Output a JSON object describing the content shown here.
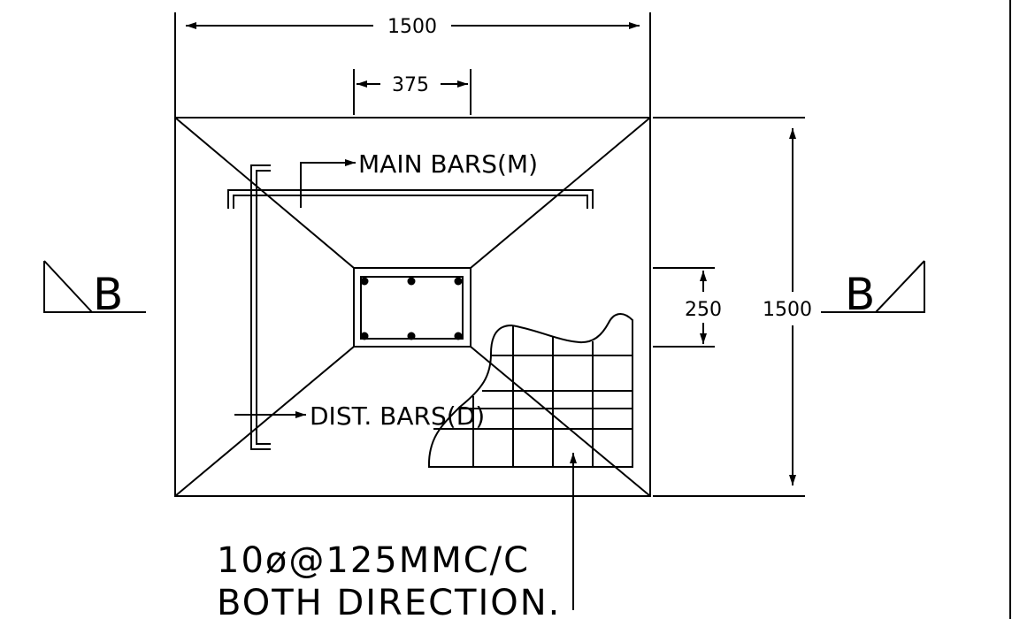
{
  "dimensions": {
    "overall_width": "1500",
    "column_width": "375",
    "column_depth": "250",
    "overall_depth": "1500"
  },
  "labels": {
    "main_bars": "MAIN BARS(M)",
    "dist_bars": "DIST. BARS(D)"
  },
  "section_marks": {
    "left": "B",
    "right": "B"
  },
  "note": {
    "line1": "10ø@125MMC/C",
    "line2": "BOTH DIRECTION."
  }
}
